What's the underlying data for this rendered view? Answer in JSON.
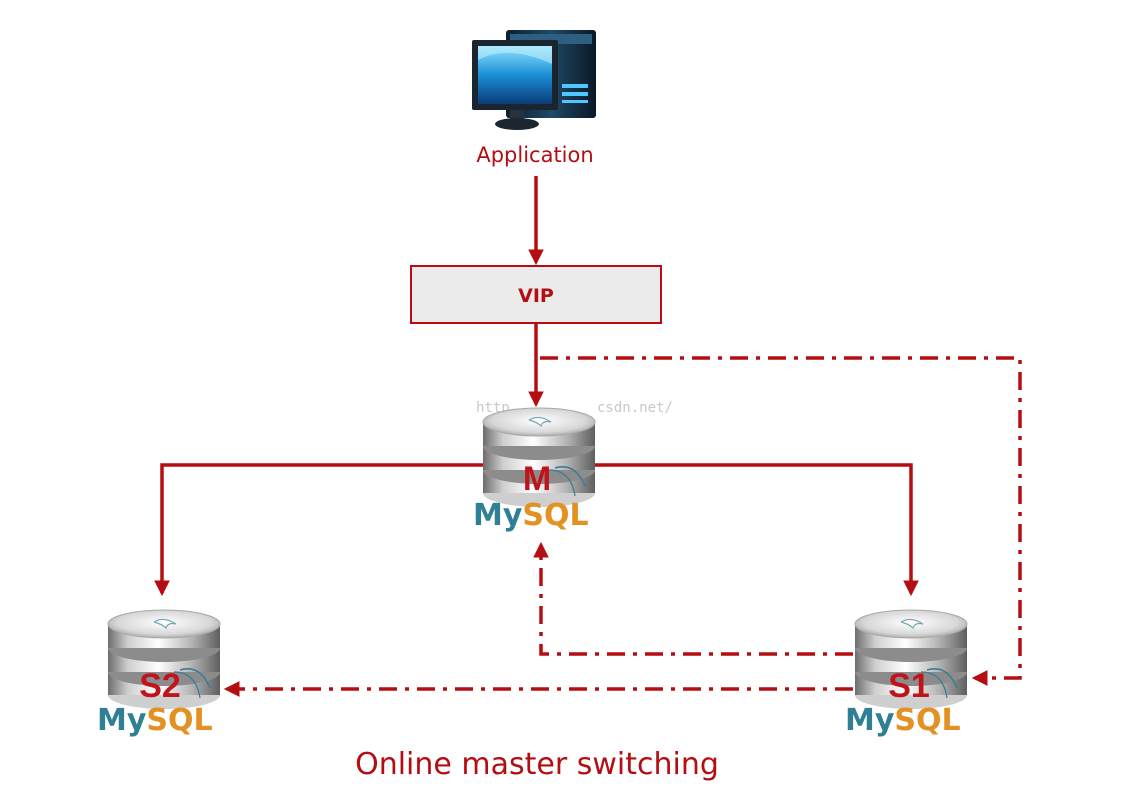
{
  "application": {
    "label": "Application",
    "icon": "desktop-computer-icon"
  },
  "vip": {
    "label": "VIP"
  },
  "nodes": {
    "master": {
      "label": "M",
      "brand_my": "My",
      "brand_sql": "SQL",
      "icon": "database-icon"
    },
    "slave1": {
      "label": "S1",
      "brand_my": "My",
      "brand_sql": "SQL",
      "icon": "database-icon"
    },
    "slave2": {
      "label": "S2",
      "brand_my": "My",
      "brand_sql": "SQL",
      "icon": "database-icon"
    }
  },
  "watermark": {
    "text_left": "http",
    "text_right": "csdn.net/"
  },
  "caption": "Online master switching",
  "colors": {
    "primary_red": "#b50e12",
    "vip_fill": "#ebebeb",
    "mysql_blue": "#2f7f95",
    "mysql_orange": "#e29122"
  }
}
